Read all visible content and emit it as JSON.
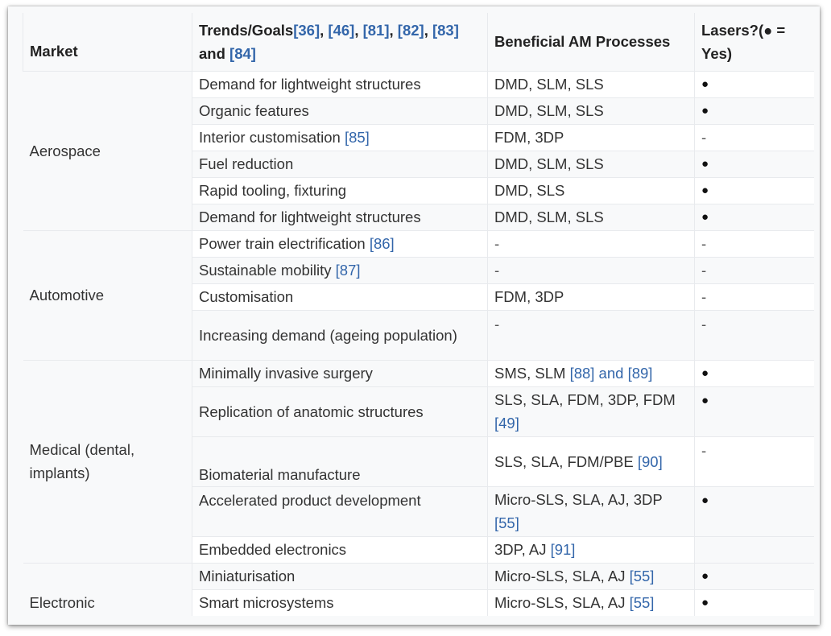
{
  "headers": {
    "market": "Market",
    "trends_prefix": "Trends/Goals",
    "trends_refs": [
      "[36]",
      "[46]",
      "[81]",
      "[82]",
      "[83]",
      "[84]"
    ],
    "processes": "Beneficial AM Processes",
    "lasers": "Lasers?(● = Yes)"
  },
  "markets": {
    "aerospace": "Aerospace",
    "automotive": "Automotive",
    "medical": "Medical (dental, implants)",
    "electronic": "Electronic"
  },
  "rows": [
    {
      "trend": "Demand for lightweight structures",
      "trend_ref": "",
      "process": "DMD, SLM, SLS",
      "process_ref": "",
      "laser": "●"
    },
    {
      "trend": "Organic features",
      "trend_ref": "",
      "process": "DMD, SLM, SLS",
      "process_ref": "",
      "laser": "●"
    },
    {
      "trend": "Interior customisation",
      "trend_ref": "[85]",
      "process": "FDM, 3DP",
      "process_ref": "",
      "laser": "-"
    },
    {
      "trend": "Fuel reduction",
      "trend_ref": "",
      "process": "DMD, SLM, SLS",
      "process_ref": "",
      "laser": "●"
    },
    {
      "trend": "Rapid tooling, fixturing",
      "trend_ref": "",
      "process": "DMD, SLS",
      "process_ref": "",
      "laser": "●"
    },
    {
      "trend": "Demand for lightweight structures",
      "trend_ref": "",
      "process": "DMD, SLM, SLS",
      "process_ref": "",
      "laser": "●"
    },
    {
      "trend": "Power train electrification",
      "trend_ref": "[86]",
      "process": "-",
      "process_ref": "",
      "laser": "-"
    },
    {
      "trend": "Sustainable mobility",
      "trend_ref": "[87]",
      "process": "-",
      "process_ref": "",
      "laser": "-"
    },
    {
      "trend": "Customisation",
      "trend_ref": "",
      "process": "FDM, 3DP",
      "process_ref": "",
      "laser": "-"
    },
    {
      "trend": "Increasing demand (ageing population)",
      "trend_ref": "",
      "process": "-",
      "process_ref": "",
      "laser": "-"
    },
    {
      "trend": "Minimally invasive surgery",
      "trend_ref": "",
      "process": "SMS, SLM",
      "process_ref": "[88] and [89]",
      "laser": "●"
    },
    {
      "trend": "Replication of anatomic structures",
      "trend_ref": "",
      "process": "SLS, SLA, FDM, 3DP, FDM",
      "process_ref": "[49]",
      "laser": "●"
    },
    {
      "trend": "Biomaterial manufacture",
      "trend_ref": "",
      "process": "SLS, SLA, FDM/PBE",
      "process_ref": "[90]",
      "laser": "-"
    },
    {
      "trend": "Accelerated product development",
      "trend_ref": "",
      "process": "Micro-SLS, SLA, AJ, 3DP",
      "process_ref": "[55]",
      "laser": "●"
    },
    {
      "trend": "Embedded electronics",
      "trend_ref": "",
      "process": "3DP, AJ",
      "process_ref": "[91]",
      "laser": ""
    },
    {
      "trend": "Miniaturisation",
      "trend_ref": "",
      "process": "Micro-SLS, SLA, AJ",
      "process_ref": "[55]",
      "laser": "●"
    },
    {
      "trend": "Smart microsystems",
      "trend_ref": "",
      "process": "Micro-SLS, SLA, AJ",
      "process_ref": "[55]",
      "laser": "●"
    }
  ]
}
